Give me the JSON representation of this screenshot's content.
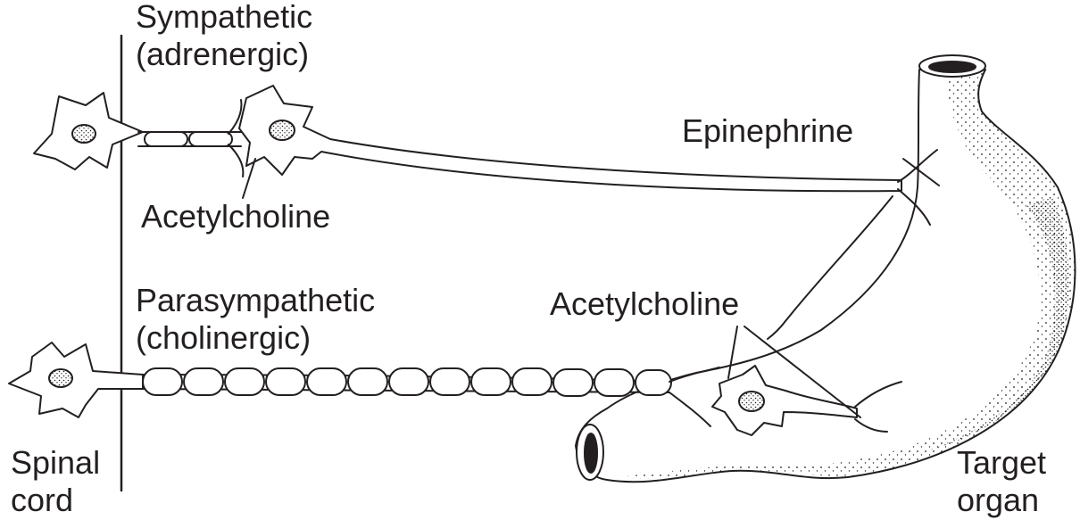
{
  "labels": {
    "sympathetic": [
      "Sympathetic",
      "(adrenergic)"
    ],
    "acetylcholine_top": "Acetylcholine",
    "epinephrine": "Epinephrine",
    "parasympathetic": [
      "Parasympathetic",
      "(cholinergic)"
    ],
    "acetylcholine_bottom": "Acetylcholine",
    "spinal_cord": [
      "Spinal",
      "cord"
    ],
    "target_organ": [
      "Target",
      "organ"
    ]
  },
  "colors": {
    "ink": "#231f20",
    "background": "#ffffff"
  }
}
